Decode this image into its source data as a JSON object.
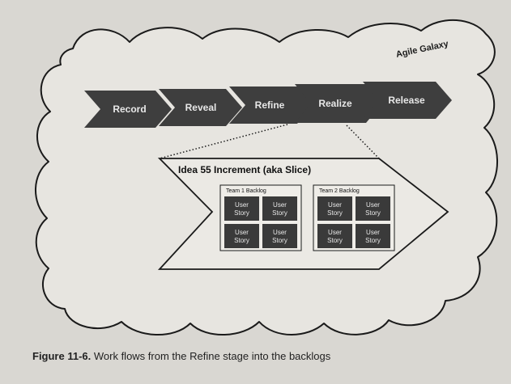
{
  "galaxy_label": "Agile Galaxy",
  "stages": [
    "Record",
    "Reveal",
    "Refine",
    "Realize",
    "Release"
  ],
  "increment": {
    "title": "Idea 55 Increment (aka Slice)",
    "backlogs": [
      {
        "title": "Team 1 Backlog",
        "stories": [
          "User Story",
          "User Story",
          "User Story",
          "User Story"
        ]
      },
      {
        "title": "Team 2 Backlog",
        "stories": [
          "User Story",
          "User Story",
          "User Story",
          "User Story"
        ]
      }
    ]
  },
  "caption": {
    "label": "Figure 11-6.",
    "text": " Work flows from the Refine stage into the backlogs"
  },
  "colors": {
    "chevron_fill": "#3e3e3e",
    "chevron_text": "#e8e8e8",
    "story_fill": "#3a3a3a",
    "outline": "#1a1a1a",
    "cloud_fill": "#e7e5e0"
  }
}
